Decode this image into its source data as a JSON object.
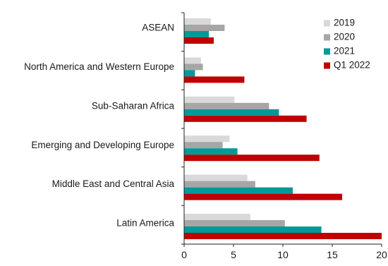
{
  "chart_data": {
    "type": "bar",
    "orientation": "horizontal",
    "categories": [
      "ASEAN",
      "North America and Western Europe",
      "Sub-Saharan Africa",
      "Emerging and Developing Europe",
      "Middle East and Central Asia",
      "Latin America"
    ],
    "series": [
      {
        "name": "2019",
        "color": "#d9d9d9",
        "values": [
          2.7,
          1.7,
          5.1,
          4.6,
          6.4,
          6.7
        ]
      },
      {
        "name": "2020",
        "color": "#a6a6a6",
        "values": [
          4.1,
          1.9,
          8.6,
          3.9,
          7.2,
          10.2
        ]
      },
      {
        "name": "2021",
        "color": "#009999",
        "values": [
          2.5,
          1.1,
          9.6,
          5.4,
          11.0,
          13.9
        ]
      },
      {
        "name": "Q1 2022",
        "color": "#c00000",
        "values": [
          3.0,
          6.1,
          12.4,
          13.7,
          16.0,
          20.0
        ]
      }
    ],
    "xlim": [
      0,
      20
    ],
    "xticks": [
      "0",
      "5",
      "10",
      "15",
      "20"
    ],
    "grid": false,
    "legend_position": "top-right"
  }
}
